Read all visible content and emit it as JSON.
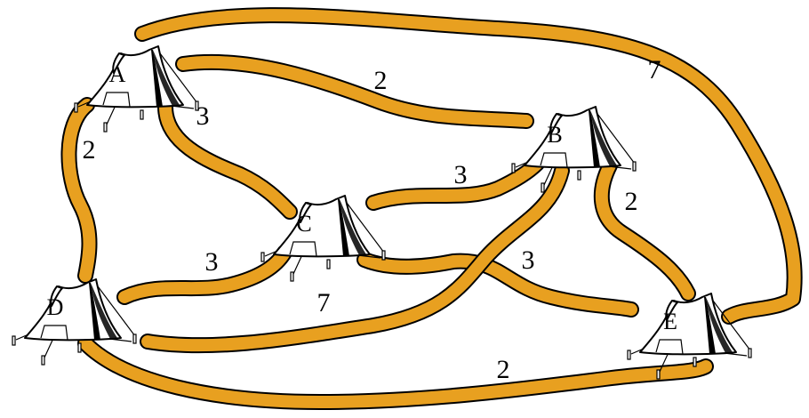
{
  "colors": {
    "trail": "#e8a020",
    "outline": "#000000",
    "background": "#ffffff"
  },
  "nodes": [
    {
      "id": "A",
      "label": "A"
    },
    {
      "id": "B",
      "label": "B"
    },
    {
      "id": "C",
      "label": "C"
    },
    {
      "id": "D",
      "label": "D"
    },
    {
      "id": "E",
      "label": "E"
    }
  ],
  "edges": [
    {
      "id": "A-E",
      "from": "A",
      "to": "E",
      "weight": "7"
    },
    {
      "id": "A-B",
      "from": "A",
      "to": "B",
      "weight": "2"
    },
    {
      "id": "A-C",
      "from": "A",
      "to": "C",
      "weight": "3"
    },
    {
      "id": "A-D",
      "from": "A",
      "to": "D",
      "weight": "2"
    },
    {
      "id": "C-B",
      "from": "C",
      "to": "B",
      "weight": "3"
    },
    {
      "id": "B-E",
      "from": "B",
      "to": "E",
      "weight": "2"
    },
    {
      "id": "C-E",
      "from": "C",
      "to": "E",
      "weight": "3"
    },
    {
      "id": "D-C",
      "from": "D",
      "to": "C",
      "weight": "3"
    },
    {
      "id": "D-B",
      "from": "D",
      "to": "B",
      "weight": "7"
    },
    {
      "id": "D-E",
      "from": "D",
      "to": "E",
      "weight": "2"
    }
  ]
}
